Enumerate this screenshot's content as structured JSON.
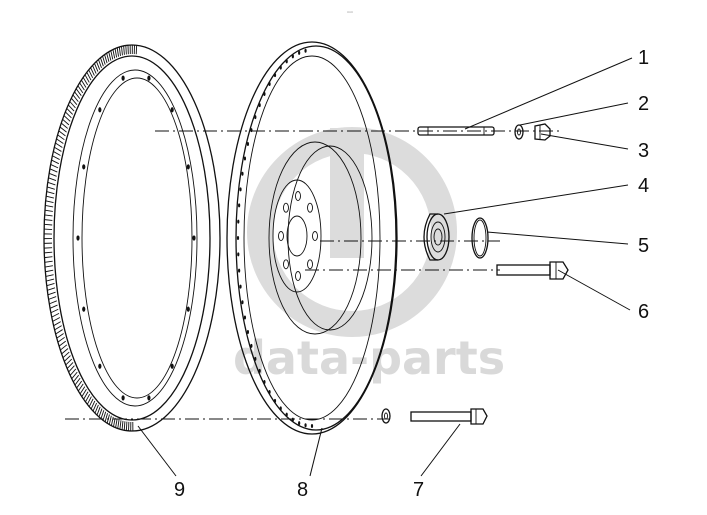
{
  "diagram": {
    "top_mark": "ᵐᵐ",
    "watermark": "data-parts",
    "callouts": [
      {
        "id": "1",
        "label": "1"
      },
      {
        "id": "2",
        "label": "2"
      },
      {
        "id": "3",
        "label": "3"
      },
      {
        "id": "4",
        "label": "4"
      },
      {
        "id": "5",
        "label": "5"
      },
      {
        "id": "6",
        "label": "6"
      },
      {
        "id": "7",
        "label": "7"
      },
      {
        "id": "8",
        "label": "8"
      },
      {
        "id": "9",
        "label": "9"
      }
    ]
  }
}
